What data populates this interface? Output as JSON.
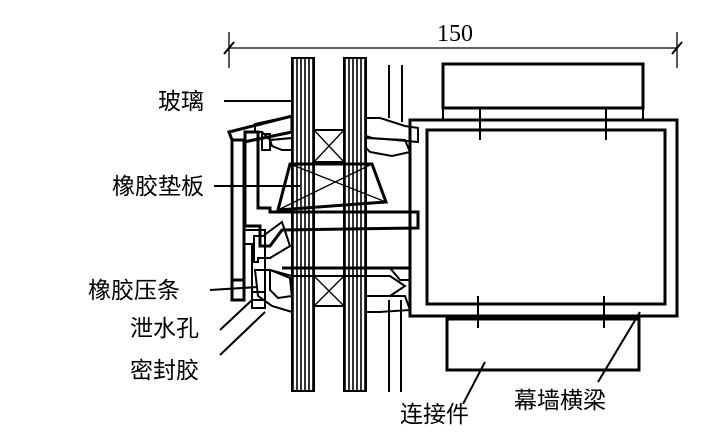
{
  "title": "幕墙横梁节点构造示意",
  "dimension": {
    "value": "150",
    "unit": "mm"
  },
  "labels": {
    "glass": "玻璃",
    "rubber_pad": "橡胶垫板",
    "rubber_strip": "橡胶压条",
    "drain_hole": "泄水孔",
    "sealant": "密封胶",
    "connector": "连接件",
    "transom": "幕墙横梁"
  },
  "colors": {
    "line": "#000000",
    "background": "#ffffff"
  }
}
